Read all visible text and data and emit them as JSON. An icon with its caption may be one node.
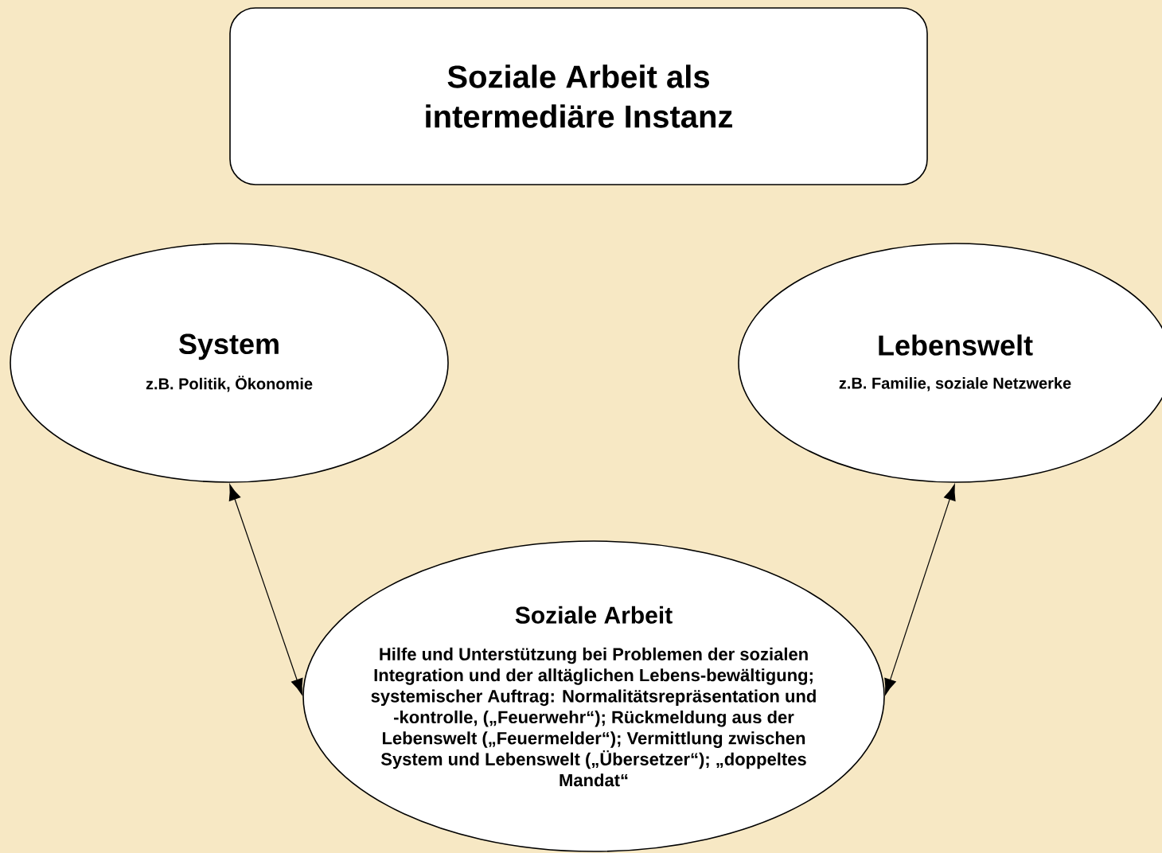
{
  "diagram": {
    "nodes": [
      {
        "text": [
          "Soziale Arbeit als intermediäre Instanz"
        ]
      },
      {
        "text": [
          "System",
          "z.B. Politik, Ökonomie"
        ]
      },
      {
        "text": [
          "Lebenswelt",
          "z.B. Familie, soziale Netzwerke"
        ]
      },
      {
        "text": [
          "Soziale Arbeit",
          "Hilfe und Unterstützung bei Problemen der sozialen Integration und der alltäglichen Lebens-bewältigung; systemischer Auftrag: Normalitätsrepräsentation und -kontrolle, („Feuerwehr“); Rückmeldung aus der Lebenswelt („Feuermelder“); Vermittlung zwischen System und Lebenswelt („Übersetzer“); „doppeltes Mandat“"
        ]
      }
    ],
    "edges": [
      {
        "from": 1,
        "to": 3,
        "arrow": "both"
      },
      {
        "from": 2,
        "to": 3,
        "arrow": "both"
      }
    ]
  }
}
